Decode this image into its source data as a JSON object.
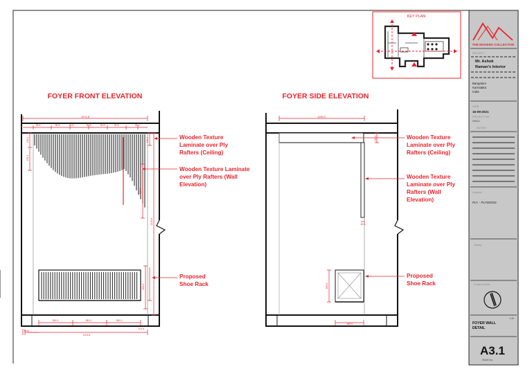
{
  "key_plan": {
    "title": "KEY PLAN"
  },
  "front": {
    "title": "FOYER FRONT ELEVATION",
    "callouts": [
      {
        "lines": [
          "Wooden Texture",
          "Laminate over Ply",
          "Rafters (Ceiling)"
        ]
      },
      {
        "lines": [
          "Wooden Texture Laminate",
          "over Ply Rafters (Wall",
          "Elevation)"
        ]
      },
      {
        "lines": [
          "Proposed",
          "Shoe Rack"
        ]
      }
    ],
    "dims": {
      "overall_top": "1574.8",
      "segments": [
        "25.4",
        "30.5",
        "30.5",
        "30.5",
        "30.5",
        "30.5",
        "25.4"
      ],
      "ceiling_h": "152.4",
      "rafter_h": "609.6",
      "wall_h": "2133.6",
      "rack_h": "609.6",
      "bottom_segments": [
        "381.0",
        "381.0",
        "381.0"
      ],
      "overall_bottom": "1574.8",
      "left_small": "50.8",
      "right_small": "101.6"
    }
  },
  "side": {
    "title": "FOYER SIDE ELEVATION",
    "callouts": [
      {
        "lines": [
          "Wooden Texture",
          "Laminate over Ply",
          "Rafters (Ceiling)"
        ]
      },
      {
        "lines": [
          "Wooden Texture",
          "Laminate over Ply",
          "Rafters (Wall",
          "Elevation)"
        ]
      },
      {
        "lines": [
          "Proposed",
          "Shoe Rack"
        ]
      }
    ],
    "dims": {
      "overall_top": "1295.0",
      "ceiling_h": "152.4",
      "rafter_w": "50.8",
      "rack_h": "609.6",
      "rack_w": "450.0"
    }
  },
  "title_block": {
    "firm": "THE MAKERS COLLECTIVE",
    "project_label": "PROJECT",
    "project_name": [
      "Mr. Ashok",
      "Raman's Interior"
    ],
    "address": [
      "Bangalore",
      "Karnataka",
      "India"
    ],
    "date_label": "DATE",
    "date": "16-09-2021",
    "project_no_label": "PROJECT NO.",
    "project_no": "00814",
    "notes_label": "NOTES",
    "legend_label": "Legend",
    "legend_item": "PLY. - PLYWOOD",
    "stamp_label": "Stamp",
    "north_label": "Project North",
    "sheet_title": [
      "FOYER WALL",
      "DETAIL"
    ],
    "scale": "1:40",
    "sheet_no": "A3.1",
    "sheet_no_label": "Sheet No."
  },
  "colors": {
    "accent": "#e8232b",
    "line": "#111111",
    "panel": "#c8c8c8"
  }
}
